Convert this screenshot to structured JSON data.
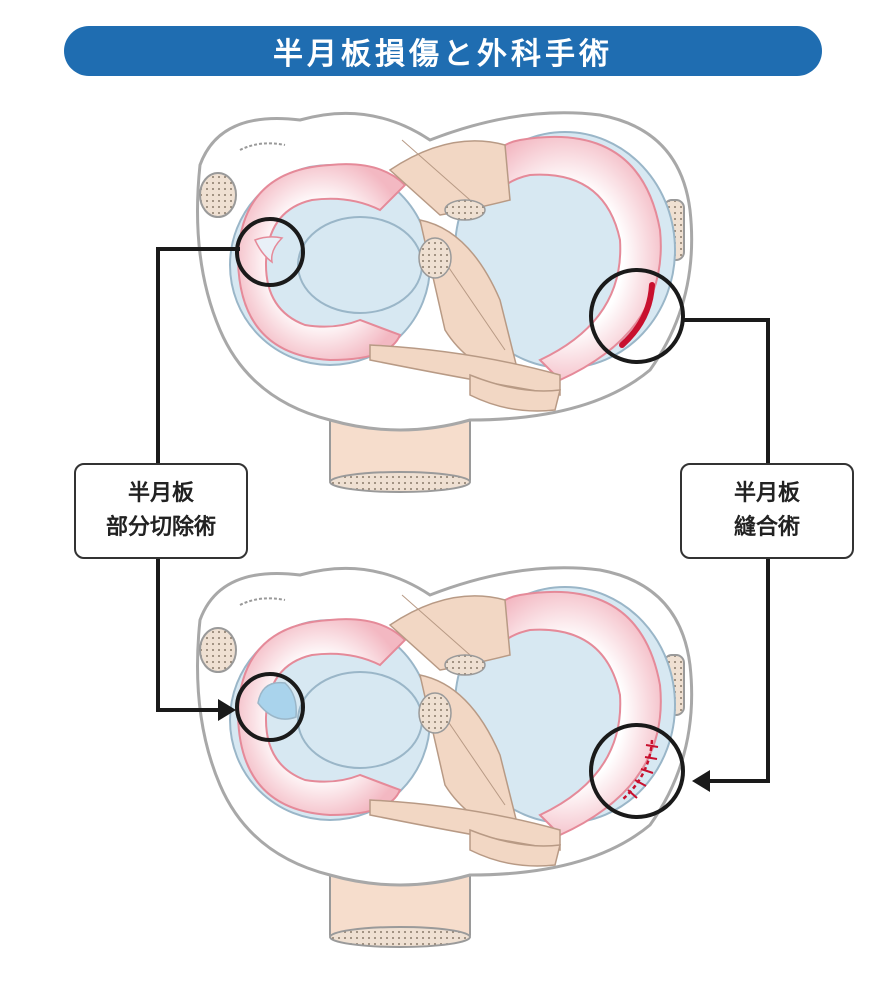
{
  "title": "半月板損傷と外科手術",
  "procedures": {
    "left": {
      "line1": "半月板",
      "line2": "部分切除術"
    },
    "right": {
      "line1": "半月板",
      "line2": "縫合術"
    }
  },
  "colors": {
    "title_bg": "#1f6db1",
    "meniscus_fill": "#fbe9ec",
    "meniscus_edge": "#e58a99",
    "tibia_fill": "#d7e8f2",
    "ligament_fill": "#f2d7c4",
    "tear_red": "#c8102e",
    "outline": "#9a9a9a"
  }
}
